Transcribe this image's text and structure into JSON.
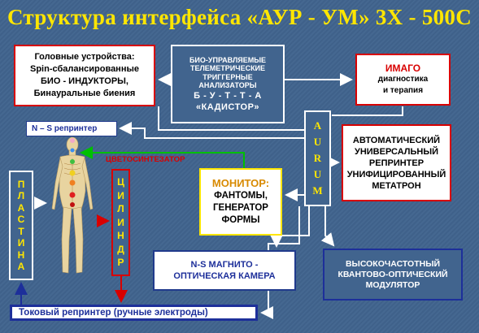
{
  "title": "Структура интерфейса «АУР - УМ»  3Х - 500С",
  "head_devices": {
    "lines": [
      "Головные  устройства:",
      "Spin-сбалансированные",
      "БИО - ИНДУКТОРЫ,",
      "Бинауральные биения"
    ]
  },
  "bio_analyzers": {
    "lines": [
      "БИО-УПРАВЛЯЕМЫЕ",
      "ТЕЛЕМЕТРИЧЕСКИЕ",
      "ТРИГГЕРНЫЕ",
      "АНАЛИЗАТОРЫ"
    ],
    "acronym": "Б - У - Т - Т - А",
    "name": "«КАДИСТОР»"
  },
  "imago": {
    "title": "ИМАГО",
    "lines": [
      "диагностика",
      "и терапия"
    ]
  },
  "ns_reprinter": "N – S  репринтер",
  "aurum": [
    "A",
    "U",
    "R",
    "U",
    "M"
  ],
  "auto_reprinter": {
    "lines": [
      "АВТОМАТИЧЕСКИЙ",
      "УНИВЕРСАЛЬНЫЙ",
      "РЕПРИНТЕР",
      "УНИФИЦИРОВАННЫЙ",
      "МЕТАТРОН"
    ]
  },
  "color_synthesizer": "ЦВЕТОСИНТЕЗАТОР",
  "monitor": {
    "title": "МОНИТОР:",
    "lines": [
      "ФАНТОМЫ,",
      "ГЕНЕРАТОР",
      "ФОРМЫ"
    ]
  },
  "plastina": [
    "П",
    "Л",
    "А",
    "С",
    "Т",
    "И",
    "Н",
    "А"
  ],
  "cylinder": [
    "Ц",
    "И",
    "Л",
    "И",
    "Н",
    "Д",
    "Р"
  ],
  "ns_camera": {
    "lines": [
      "N-S   МАГНИТО -",
      "ОПТИЧЕСКАЯ КАМЕРА"
    ]
  },
  "hf_modulator": {
    "lines": [
      "ВЫСОКОЧАСТОТНЫЙ",
      "КВАНТОВО-ОПТИЧЕСКИЙ",
      "МОДУЛЯТОР"
    ]
  },
  "current_reprinter": "Токовый репринтер (ручные электроды)",
  "colors": {
    "background": "#41648e",
    "title": "#ffe600",
    "red_border": "#d80000",
    "blue_text": "#1d2f9a",
    "green_arrow": "#00c000"
  }
}
